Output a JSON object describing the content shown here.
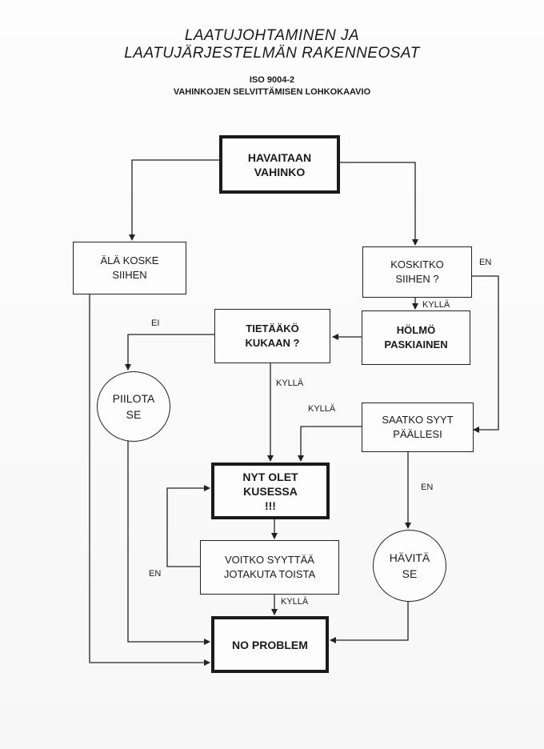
{
  "title": {
    "line1": "LAATUJOHTAMINEN JA",
    "line2": "LAATUJÄRJESTELMÄN RAKENNEOSAT"
  },
  "subtitle": {
    "line1": "ISO 9004-2",
    "line2": "VAHINKOJEN SELVITTÄMISEN LOHKOKAAVIO"
  },
  "nodes": {
    "havaitaan": "HAVAITAAN\nVAHINKO",
    "ala_koske": "ÄLÄ KOSKE\nSIIHEN",
    "koskitko": "KOSKITKO\nSIIHEN ?",
    "tietaako": "TIETÄÄKÖ\nKUKAAN ?",
    "holmo": "HÖLMÖ\nPASKIAINEN",
    "piilota": "PIILOTA\nSE",
    "saatko": "SAATKO SYYT\nPÄÄLLESI",
    "nyt_olet": "NYT OLET\nKUSESSA\n!!!",
    "voitko": "VOITKO SYYTTÄÄ\nJOTAKUTA TOISTA",
    "havita": "HÄVITÄ\nSE",
    "no_problem": "NO PROBLEM"
  },
  "edge_labels": {
    "koskitko_en": "EN",
    "koskitko_kylla": "KYLLÄ",
    "tietaako_ei": "EI",
    "tietaako_kylla": "KYLLÄ",
    "saatko_kylla": "KYLLÄ",
    "saatko_en": "EN",
    "voitko_en": "EN",
    "voitko_kylla": "KYLLÄ"
  }
}
